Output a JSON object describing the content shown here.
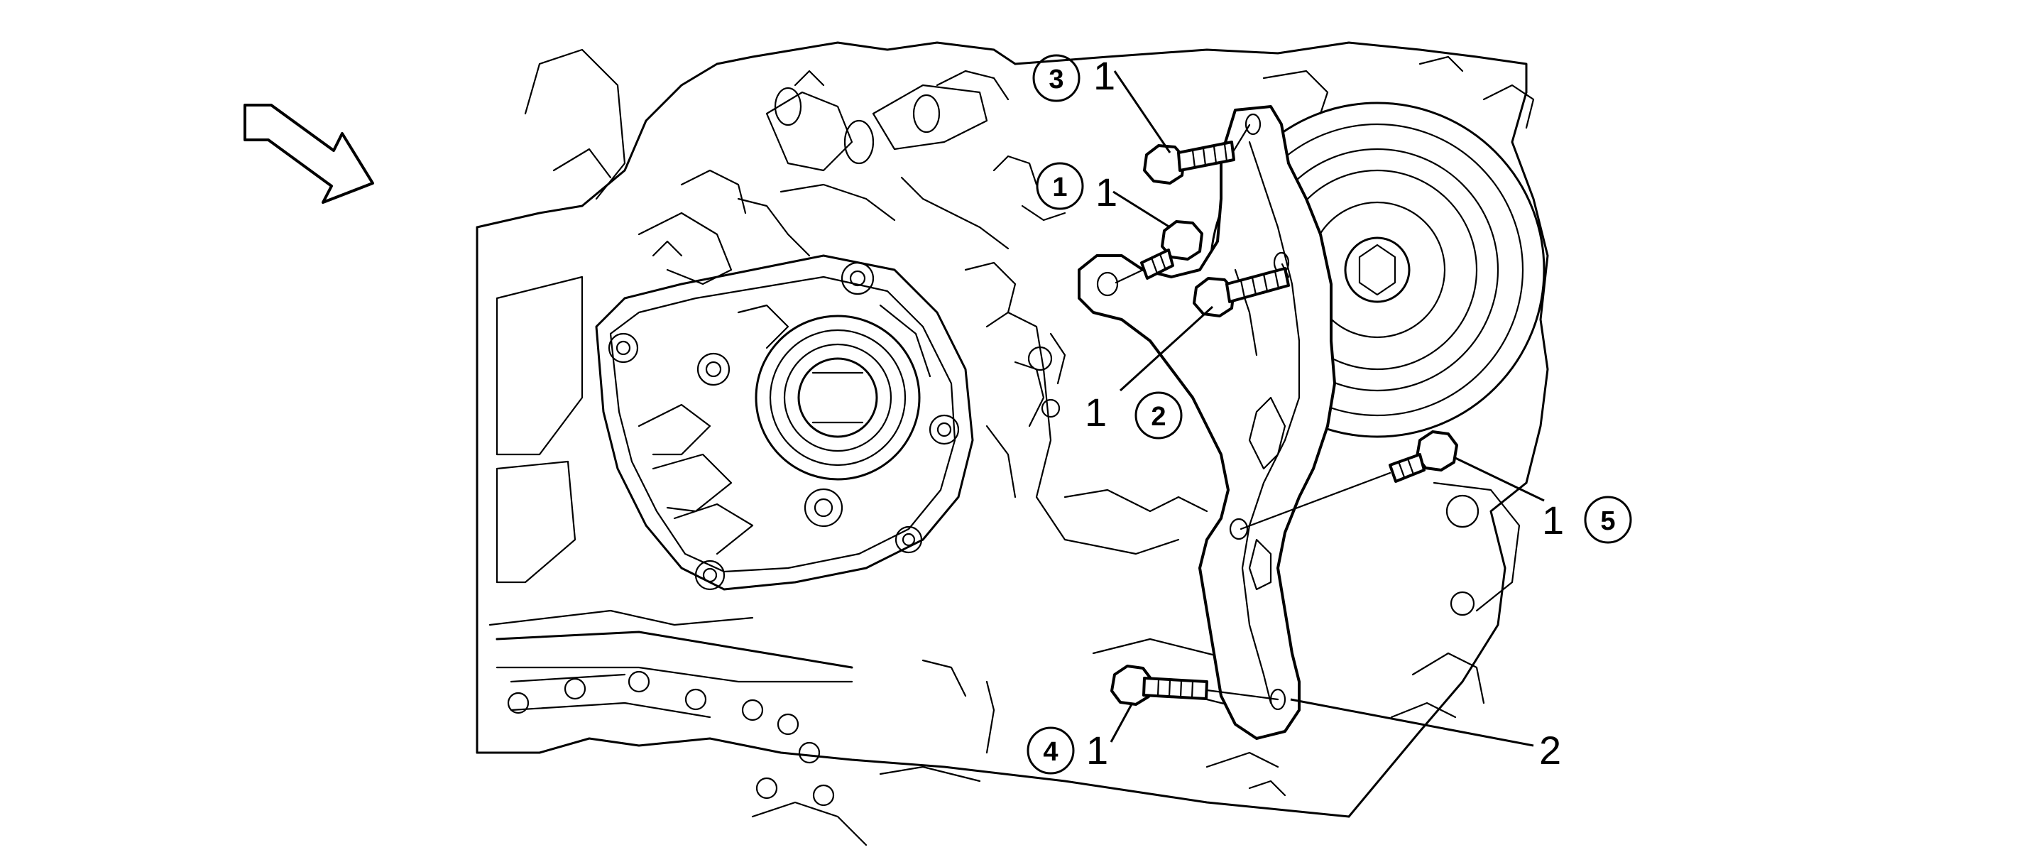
{
  "callouts": {
    "part_bolt": "1",
    "part_bracket": "2",
    "seq_1": "1",
    "seq_2": "2",
    "seq_3": "3",
    "seq_4": "4",
    "seq_5": "5"
  },
  "icons": {
    "view_arrow": "direction-arrow-icon"
  },
  "colors": {
    "line": "#000000",
    "background": "#ffffff"
  }
}
